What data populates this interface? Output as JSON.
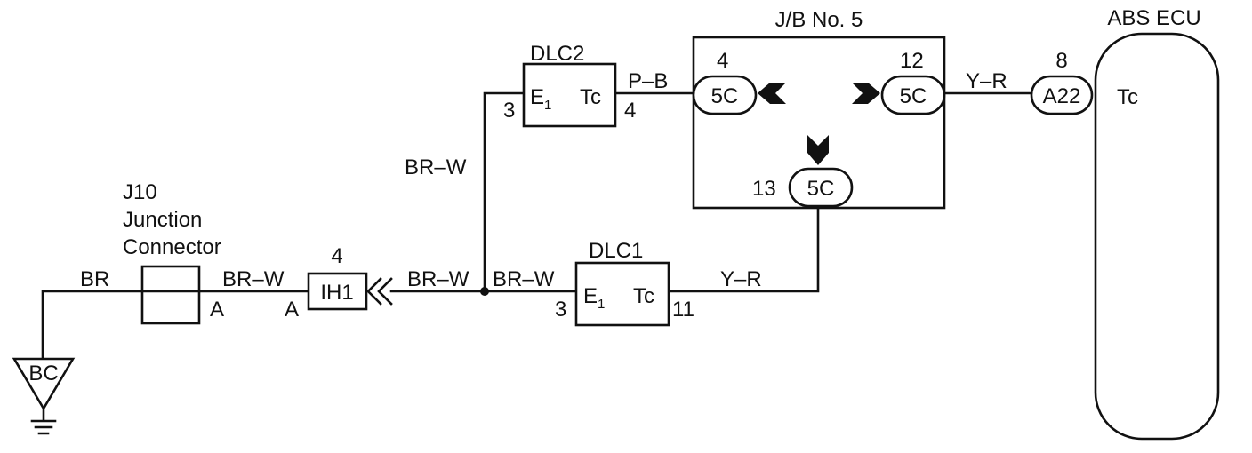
{
  "diagram": {
    "ground": {
      "label": "BC"
    },
    "junction_connector": {
      "id": "J10",
      "name_line1": "Junction",
      "name_line2": "Connector",
      "pin_left": "A"
    },
    "connector_ih1": {
      "label": "IH1",
      "number": "4",
      "pin": "A"
    },
    "dlc2": {
      "name": "DLC2",
      "e1": "E",
      "e1_sub": "1",
      "tc": "Tc",
      "pin_e1": "3",
      "pin_tc": "4"
    },
    "dlc1": {
      "name": "DLC1",
      "e1": "E",
      "e1_sub": "1",
      "tc": "Tc",
      "pin_e1": "3",
      "pin_tc": "11"
    },
    "junction_block": {
      "name": "J/B No. 5",
      "pins": [
        {
          "number": "4",
          "label": "5C"
        },
        {
          "number": "12",
          "label": "5C"
        },
        {
          "number": "13",
          "label": "5C"
        }
      ]
    },
    "abs_ecu": {
      "name": "ABS ECU",
      "terminal": "Tc",
      "connector": "A22",
      "pin": "8"
    },
    "wires": {
      "br": "BR",
      "br_w_1": "BR–W",
      "br_w_2": "BR–W",
      "br_w_3": "BR–W",
      "br_w_4": "BR–W",
      "p_b": "P–B",
      "y_r_1": "Y–R",
      "y_r_2": "Y–R"
    }
  }
}
